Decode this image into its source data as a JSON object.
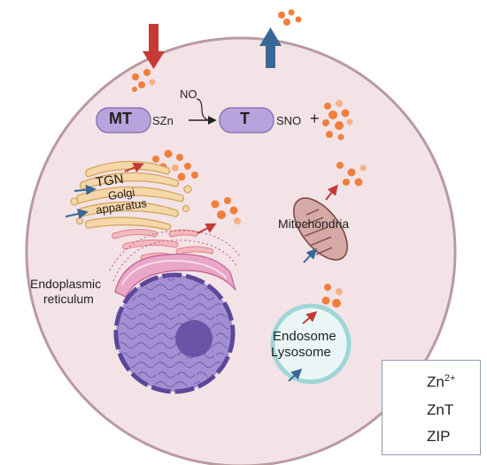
{
  "molecules": {
    "mt_label": "MT",
    "szn_label": "SZn",
    "no_label": "NO",
    "t_label": "T",
    "sno_label": "SNO",
    "plus": "+"
  },
  "organelles": {
    "tgn": "TGN",
    "golgi_line1": "Golgi",
    "golgi_line2": "apparatus",
    "er_line1": "Endoplasmic",
    "er_line2": "reticulum",
    "mitochondria": "Mitochondria",
    "endosome_line1": "Endosome",
    "endosome_line2": "Lysosome"
  },
  "legend": {
    "zinc_label": "Zn",
    "zinc_superscript": "2+",
    "znt_label": "ZnT",
    "zip_label": "ZIP"
  },
  "colors": {
    "cell_fill": "#f3e3e6",
    "cell_border": "#b99aa0",
    "zinc": "#f07f3c",
    "znt_arrow": "#3a6896",
    "zip_arrow": "#c33a36",
    "protein": "#b8a3dc",
    "nucleus": "#8e76c4"
  }
}
